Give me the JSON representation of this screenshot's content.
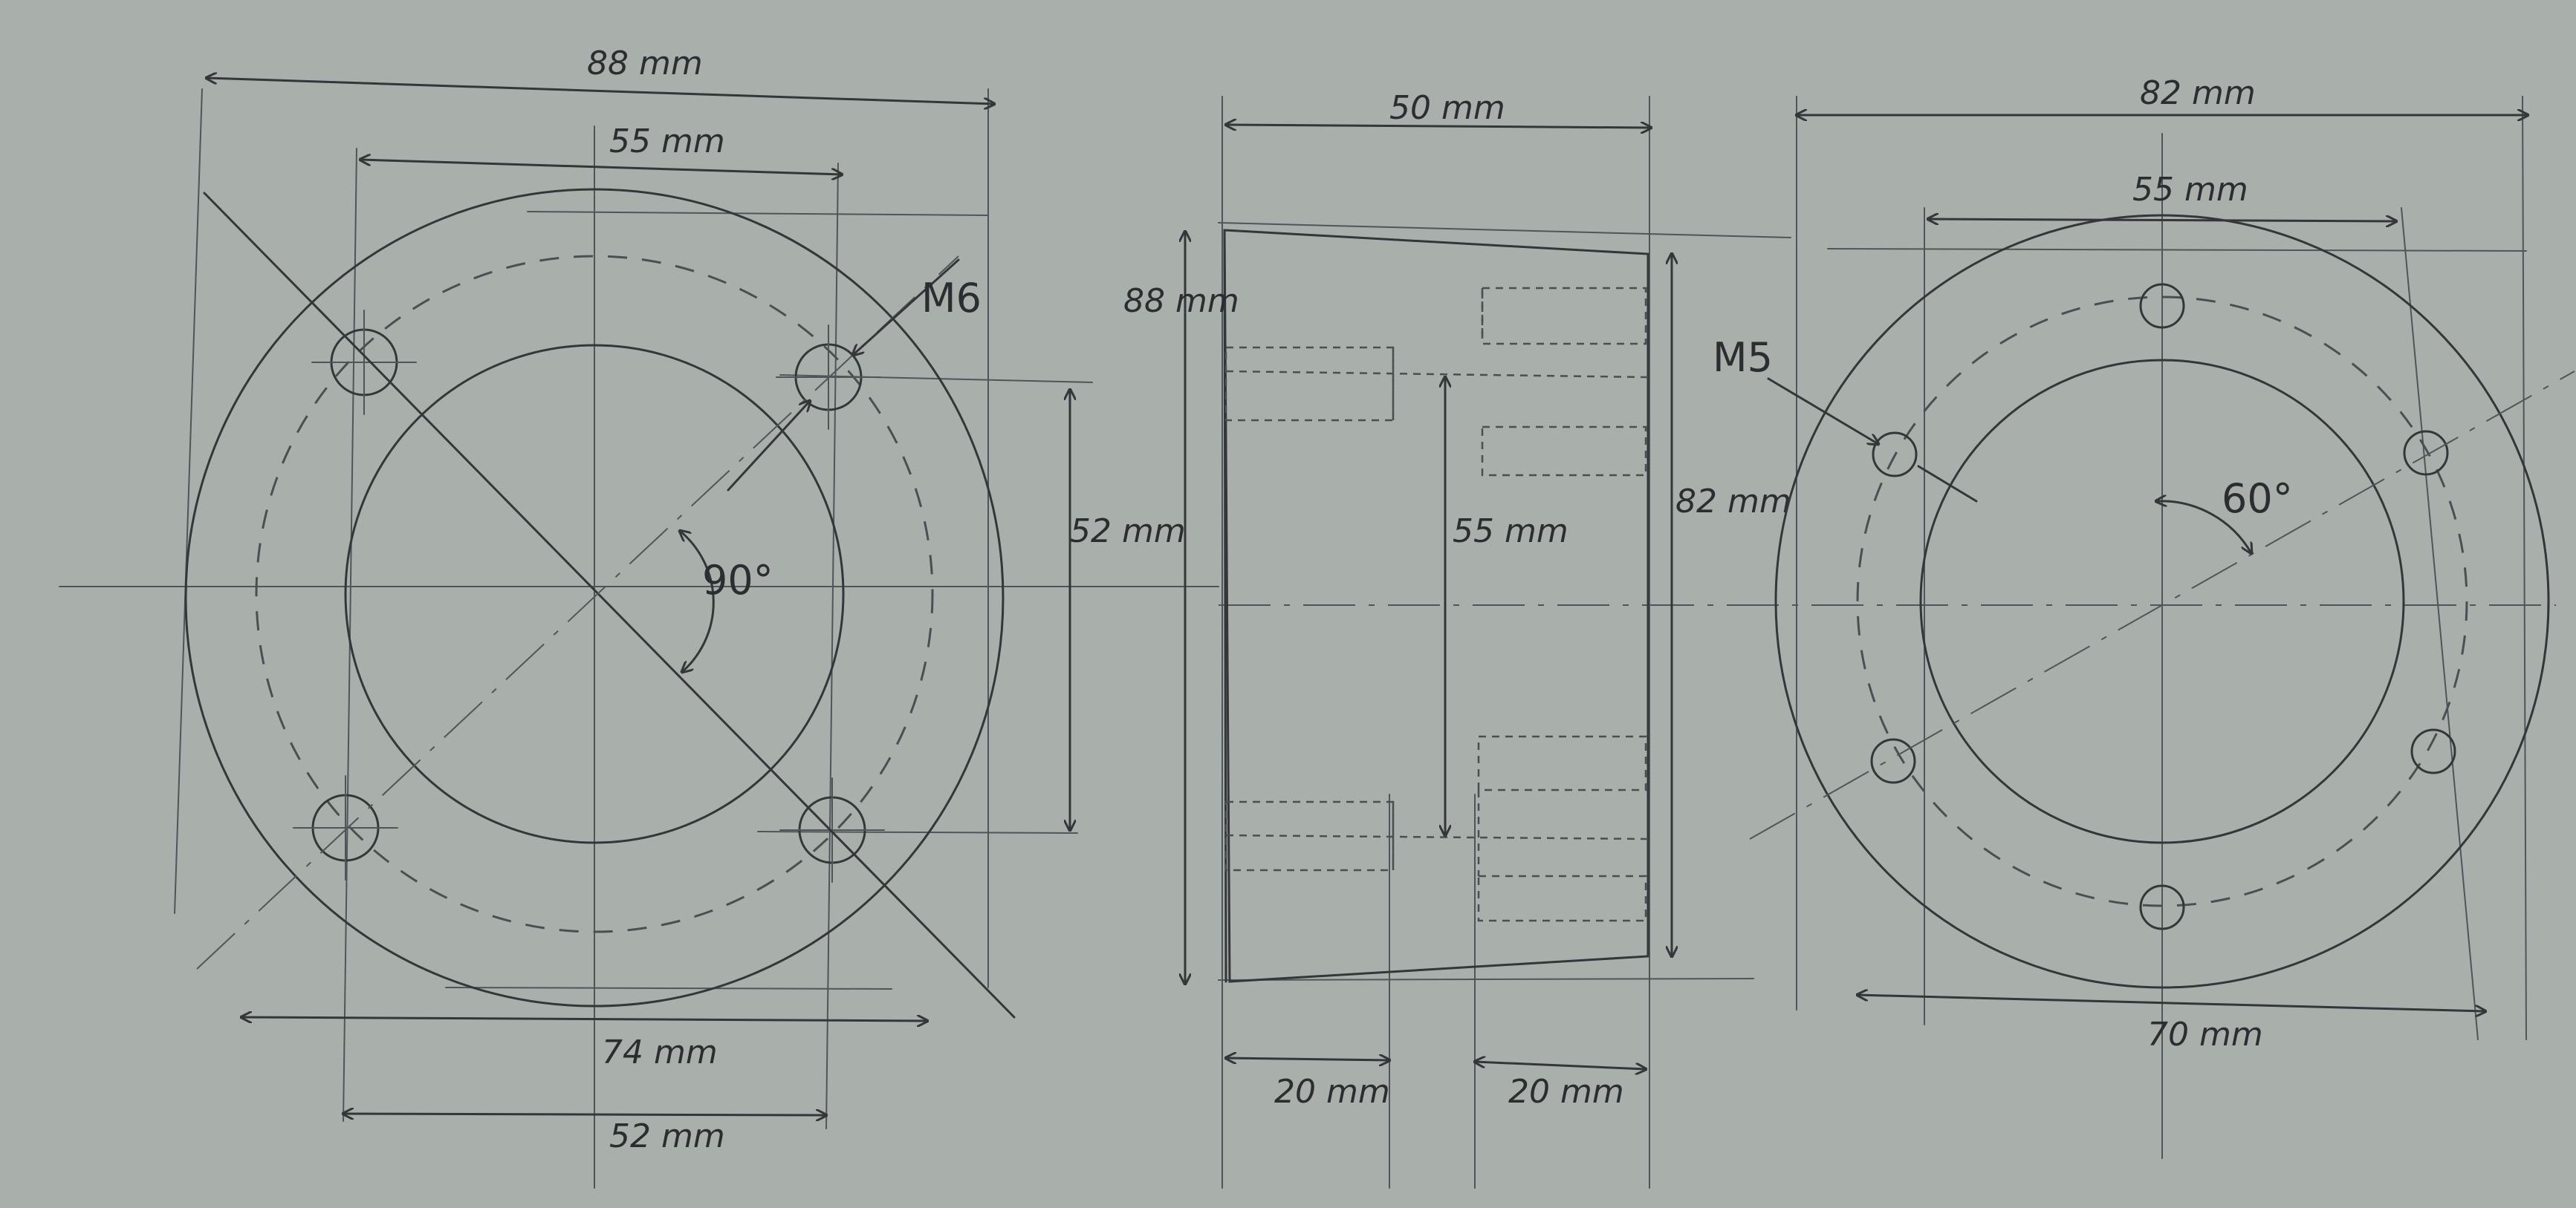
{
  "drawing": {
    "paper_color": "#a9b0ab",
    "ink_color": "#33373a"
  },
  "front_view": {
    "overall_width": "88 mm",
    "bolt_spacing_top": "55 mm",
    "thread": "M6",
    "angle": "90°",
    "vertical_spacing": "52 mm",
    "bottom_width": "74 mm",
    "bottom_spacing": "52 mm"
  },
  "side_view": {
    "width": "50 mm",
    "left_height": "88 mm",
    "inner_height": "55 mm",
    "right_height": "82 mm",
    "left_depth": "20 mm",
    "right_depth": "20 mm"
  },
  "rear_view": {
    "overall_width": "82 mm",
    "bolt_spacing": "55 mm",
    "thread": "M5",
    "angle": "60°",
    "bottom_width": "70 mm"
  }
}
